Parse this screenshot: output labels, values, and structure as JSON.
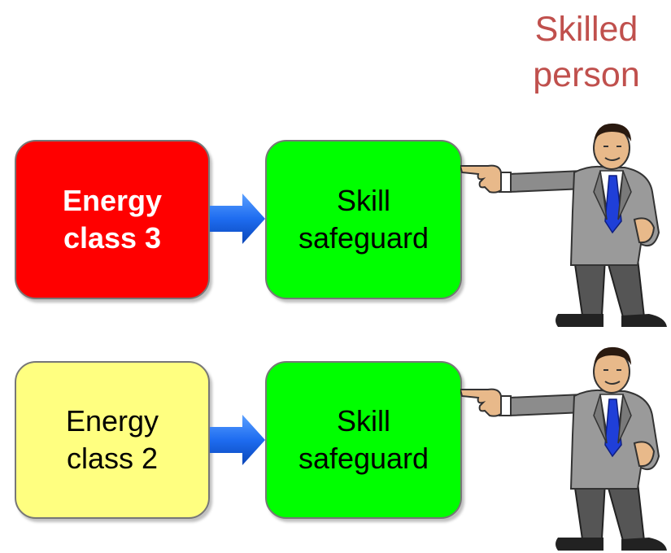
{
  "heading": {
    "line1": "Skilled",
    "line2": "person"
  },
  "rows": [
    {
      "energy": {
        "line1": "Energy",
        "line2": "class 3",
        "color": "#ff0000"
      },
      "safeguard": {
        "line1": "Skill",
        "line2": "safeguard",
        "color": "#00ff00"
      }
    },
    {
      "energy": {
        "line1": "Energy",
        "line2": "class 2",
        "color": "#ffff80"
      },
      "safeguard": {
        "line1": "Skill",
        "line2": "safeguard",
        "color": "#00ff00"
      }
    }
  ],
  "colors": {
    "arrow": "#1e6cf0",
    "heading": "#c0504d",
    "suit": "#8c8c8c",
    "tie": "#1f3fd8"
  },
  "icons": [
    "right-arrow-icon",
    "skilled-person-icon"
  ]
}
